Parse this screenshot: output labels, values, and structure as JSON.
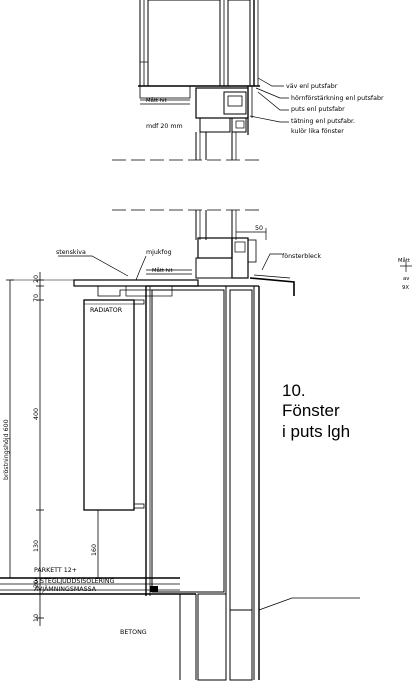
{
  "section_top": {
    "callouts": [
      "väv enl putsfabr",
      "hörnförstärkning enl putsfabr",
      "puts enl putsfabr",
      "tätning enl putsfabr.",
      "kulör lika fönster"
    ],
    "matt_label": "Mått hit",
    "mdf_label": "mdf 20 mm"
  },
  "section_bottom": {
    "stenskiva": "stenskiva",
    "mjukfog": "mjukfog",
    "dim_50": "50",
    "fonsterbleck": "fönsterbleck",
    "matt_label": "Mått hit",
    "dim_20_top": "20",
    "dim_70": "70",
    "dim_400": "400",
    "dim_130": "130",
    "dim_20_bottom": "20",
    "dim_10": "10",
    "dim_160": "160",
    "brostning": "bröstningshöjd 600",
    "radiator": "RADIATOR",
    "parkett": "PARKETT 12+",
    "stegljud": "3 STEGLJUDDSISOLERING",
    "avjamning": "AVJÄMNINGSMASSA",
    "betong": "BETONG"
  },
  "title": {
    "number": "10.",
    "line1": "Fönster",
    "line2": "i puts lgh"
  },
  "cut_right": {
    "matt": "Mått",
    "av": "av",
    "nine": "9X"
  }
}
